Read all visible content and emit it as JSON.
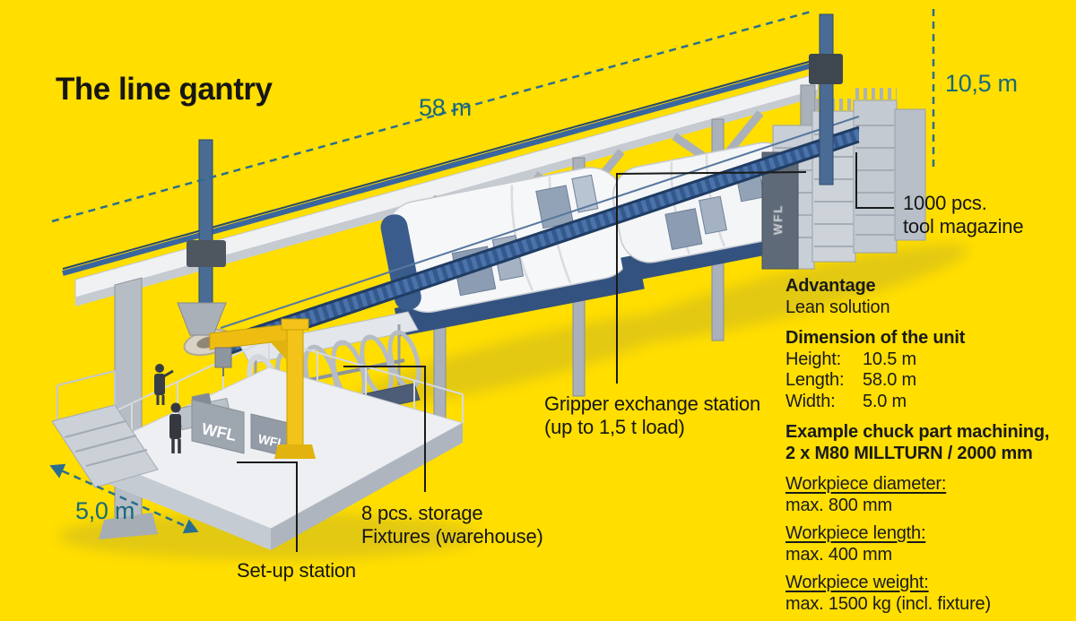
{
  "title": "The line gantry",
  "brand": "WFL",
  "measurements": {
    "length": "58 m",
    "height": "10,5 m",
    "width": "5,0 m"
  },
  "callouts": {
    "tool_magazine_line1": "1000 pcs.",
    "tool_magazine_line2": "tool magazine",
    "gripper_line1": "Gripper exchange station",
    "gripper_line2": "(up to 1,5 t load)",
    "storage_line1": "8 pcs. storage",
    "storage_line2": "Fixtures (warehouse)",
    "setup_station": "Set-up station"
  },
  "info_panel": {
    "advantage_heading": "Advantage",
    "advantage_text": "Lean solution",
    "dimensions_heading": "Dimension of the unit",
    "dimension_rows": [
      {
        "label": "Height:",
        "value": "10.5 m"
      },
      {
        "label": "Length:",
        "value": "58.0 m"
      },
      {
        "label": "Width:",
        "value": "5.0 m"
      }
    ],
    "example_heading_line1": "Example chuck part machining,",
    "example_heading_line2": "2 x M80 MILLTURN / 2000 mm",
    "specs": [
      {
        "label": "Workpiece diameter:",
        "value": "max. 800 mm"
      },
      {
        "label": "Workpiece length:",
        "value": "max. 400 mm"
      },
      {
        "label": "Workpiece weight:",
        "value": "max. 1500 kg (incl. fixture)"
      }
    ]
  },
  "colors": {
    "background": "#FFDE00",
    "measurement_text": "#17697C",
    "measurement_line": "#2A6E8F",
    "label_text": "#1A1A1A",
    "gantry_blue": "#3C659B",
    "machine_base_navy": "#33527F",
    "crane_yellow": "#F4C319",
    "structure_gray": "#B2B8C0"
  }
}
